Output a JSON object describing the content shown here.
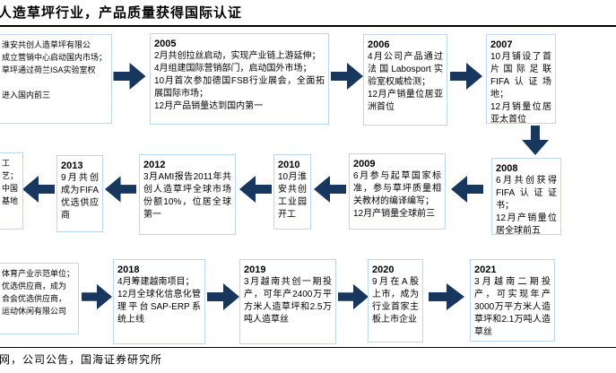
{
  "title": "人造草坪行业，产品质量获得国际认证",
  "source_note": "网，公司公告，国海证券研究所",
  "colors": {
    "arrow": "#17375E",
    "box_border": "#BDD7EE",
    "text": "#000000"
  },
  "nodes": {
    "r1cut": {
      "year": "",
      "body": "淮安共创人造草坪有限公\n成立营销中心启动国内市场；\n草坪通过荷兰ISA实验室权\n\n进入国内前三"
    },
    "y2005": {
      "year": "2005",
      "body": "2月共创拉丝启动，实现产业链上游延伸；\n4月组建国际营销部门，启动国外市场；\n10月首次参加德国FSB行业展会，全面拓展国际市场；\n12月产品销量达到国内第一"
    },
    "y2006": {
      "year": "2006",
      "body": "4月公司产品通过法国Labosport实验室权威检测；\n12月产销量位居亚洲首位"
    },
    "y2007": {
      "year": "2007",
      "body": "10月铺设了首片国际足联FIFA认证场地；\n12月销量位居亚太首位"
    },
    "y2008": {
      "year": "2008",
      "body": "6月共创获得FIFA认证证书；\n12月产销量位居全球前五"
    },
    "y2009": {
      "year": "2009",
      "body": "6月参与起草国家标准，参与草坪质量相关教材的编译编写；\n12月产销量全球前三"
    },
    "y2010": {
      "year": "2010",
      "body": "10月淮安共创工业园开工"
    },
    "y2012": {
      "year": "2012",
      "body": "3月AMI报告2011年共创人造草坪全球市场份额10%，位居全球第一"
    },
    "y2013": {
      "year": "2013",
      "body": "9月共创成为FIFA优选供应商"
    },
    "r2cut": {
      "year": "",
      "body": "工艺；\n中国\n基地"
    },
    "r3cut": {
      "year": "",
      "body": "体育产业示范单位；\n优选供应商，成为\n合会优选供应商，\n运动休闲有限公司"
    },
    "y2018": {
      "year": "2018",
      "body": "4月筹建越南项目；\n12月全球化信息化管理平台SAP-ERP系统上线"
    },
    "y2019": {
      "year": "2019",
      "body": "3月越南共创一期投产，可年产2400万平方米人造草坪和2.5万吨人造草丝"
    },
    "y2020": {
      "year": "2020",
      "body": "9月在A股上市，成为行业首家主板上市企业"
    },
    "y2021": {
      "year": "2021",
      "body": "3月越南二期投产，可实现年产3000万平方米人造草坪和2.1万吨人造草丝"
    }
  }
}
